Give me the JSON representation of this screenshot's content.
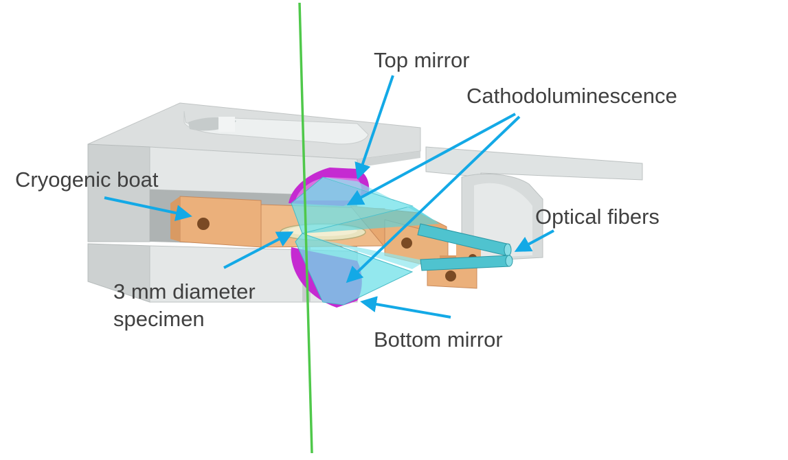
{
  "labels": {
    "top_mirror": "Top mirror",
    "cathodoluminescence": "Cathodoluminescence",
    "cryogenic_boat": "Cryogenic boat",
    "optical_fibers": "Optical fibers",
    "specimen_line1": "3 mm diameter",
    "specimen_line2": "specimen",
    "bottom_mirror": "Bottom mirror"
  },
  "colors": {
    "label_text": "#404040",
    "arrow": "#13a9e6",
    "housing": "#d5d9d9",
    "boat": "#ecb27d",
    "mirror": "#c52ad1",
    "light_cone": "#6fe0e8",
    "electron_beam": "#4fc84a"
  }
}
